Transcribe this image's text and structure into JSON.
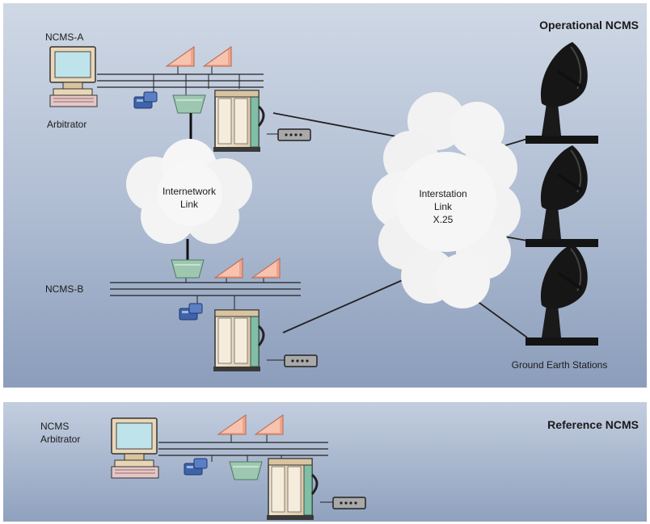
{
  "panels": {
    "operational_title": "Operational NCMS",
    "reference_title": "Reference NCMS"
  },
  "labels": {
    "ncms_a": "NCMS-A",
    "arbitrator": "Arbitrator",
    "ncms_b": "NCMS-B",
    "ref_ncms": "NCMS",
    "ref_arbitrator": "Arbitrator",
    "ground_earth_stations": "Ground Earth Stations"
  },
  "clouds": {
    "internetwork_line1": "Internetwork",
    "internetwork_line2": "Link",
    "interstation_line1": "Interstation",
    "interstation_line2": "Link",
    "interstation_line3": "X.25"
  },
  "colors": {
    "panel_blue_light": "#c9d4e3",
    "panel_blue_dark": "#8ea0bd",
    "triangle_salmon": "#f0a48a",
    "trapezoid_green": "#9ec7b0",
    "device_blue": "#3f63a8",
    "server_beige": "#ecd9bd",
    "dish_black": "#141414"
  }
}
